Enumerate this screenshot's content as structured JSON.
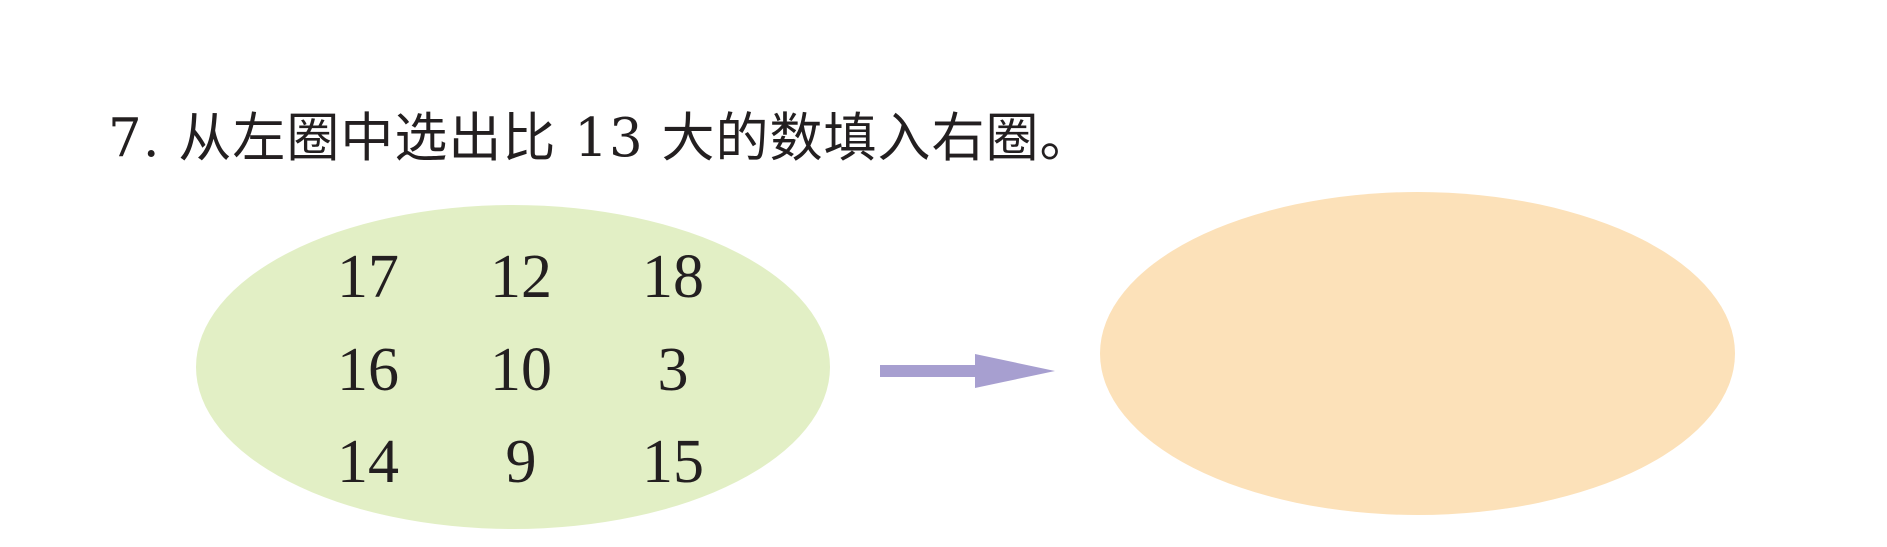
{
  "question": {
    "text": "7. 从左圈中选出比 13 大的数填入右圈。"
  },
  "left_circle": {
    "numbers": [
      "17",
      "12",
      "18",
      "16",
      "10",
      "3",
      "14",
      "9",
      "15"
    ],
    "fill_color": "#e2efc5"
  },
  "right_circle": {
    "fill_color": "#fce1b9"
  },
  "arrow": {
    "icon": "right-arrow-icon",
    "color": "#a79fd0"
  }
}
